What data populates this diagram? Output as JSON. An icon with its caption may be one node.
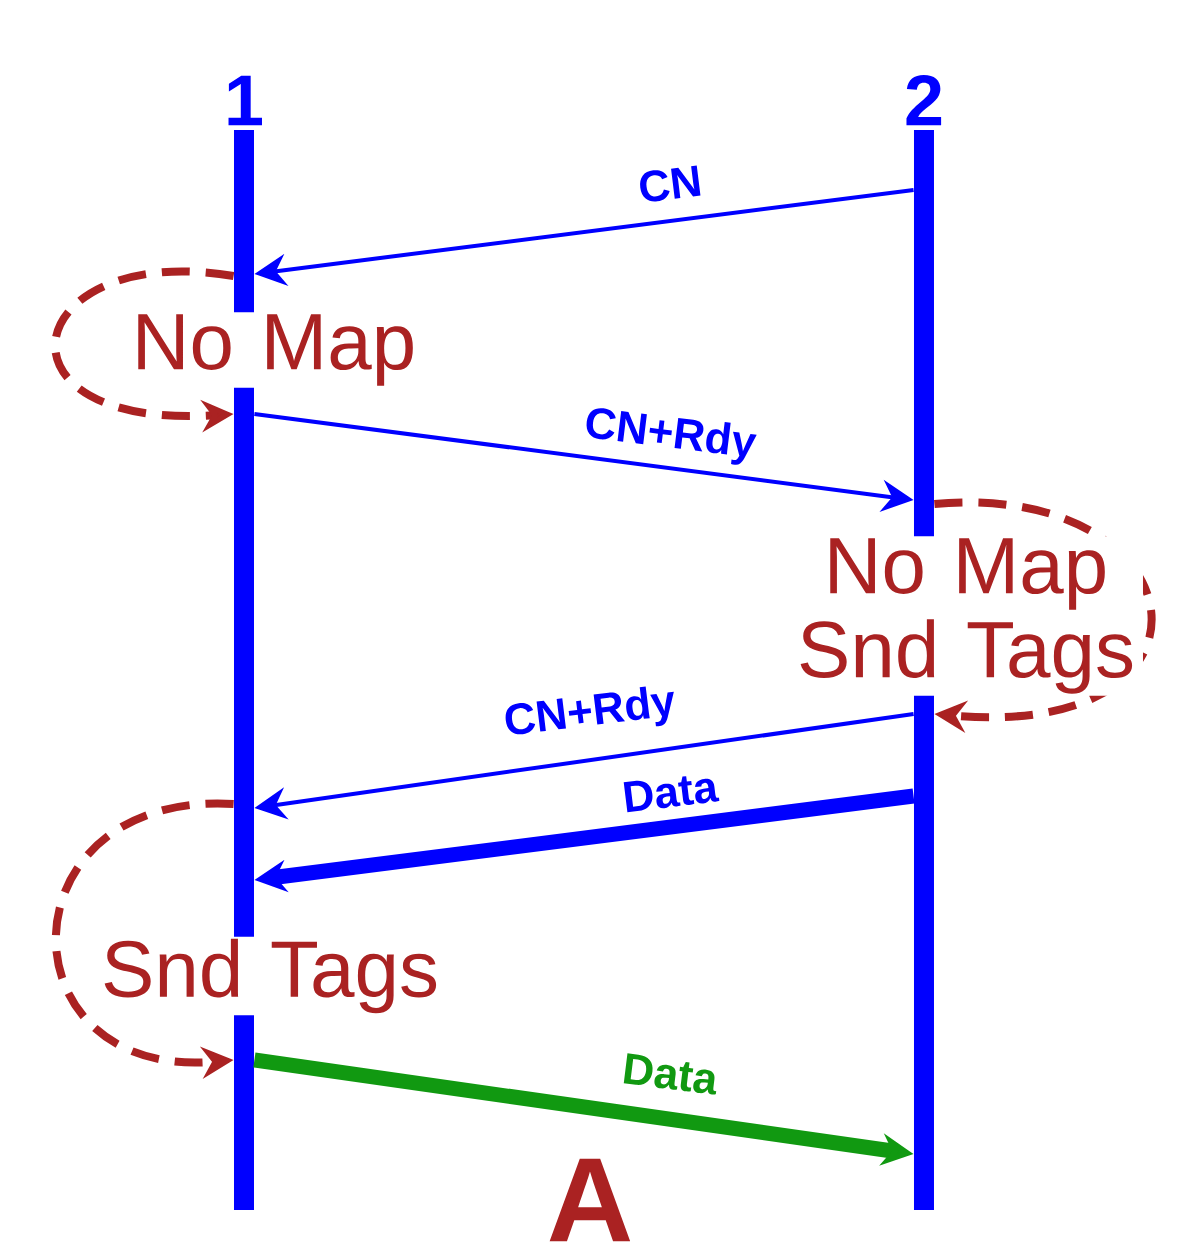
{
  "diagram": {
    "nodes": [
      {
        "text": [
          "1"
        ]
      },
      {
        "text": [
          "2"
        ]
      }
    ],
    "edges": [
      {
        "from": 1,
        "to": 0,
        "arrow": "to",
        "label": "CN"
      },
      {
        "from": 0,
        "to": 0,
        "arrow": "to",
        "label": "No Map",
        "style": "dashed",
        "color": "#aa2222"
      },
      {
        "from": 0,
        "to": 1,
        "arrow": "to",
        "label": "CN+Rdy"
      },
      {
        "from": 1,
        "to": 1,
        "arrow": "to",
        "label": "No Map Snd Tags",
        "style": "dashed",
        "color": "#aa2222"
      },
      {
        "from": 1,
        "to": 0,
        "arrow": "to",
        "label": "CN+Rdy"
      },
      {
        "from": 1,
        "to": 0,
        "arrow": "to",
        "label": "Data",
        "style": "thick"
      },
      {
        "from": 0,
        "to": 0,
        "arrow": "to",
        "label": "Snd Tags",
        "style": "dashed",
        "color": "#aa2222"
      },
      {
        "from": 0,
        "to": 1,
        "arrow": "to",
        "label": "Data",
        "style": "thick",
        "color": "#119911"
      }
    ],
    "labels": [
      "A"
    ]
  }
}
